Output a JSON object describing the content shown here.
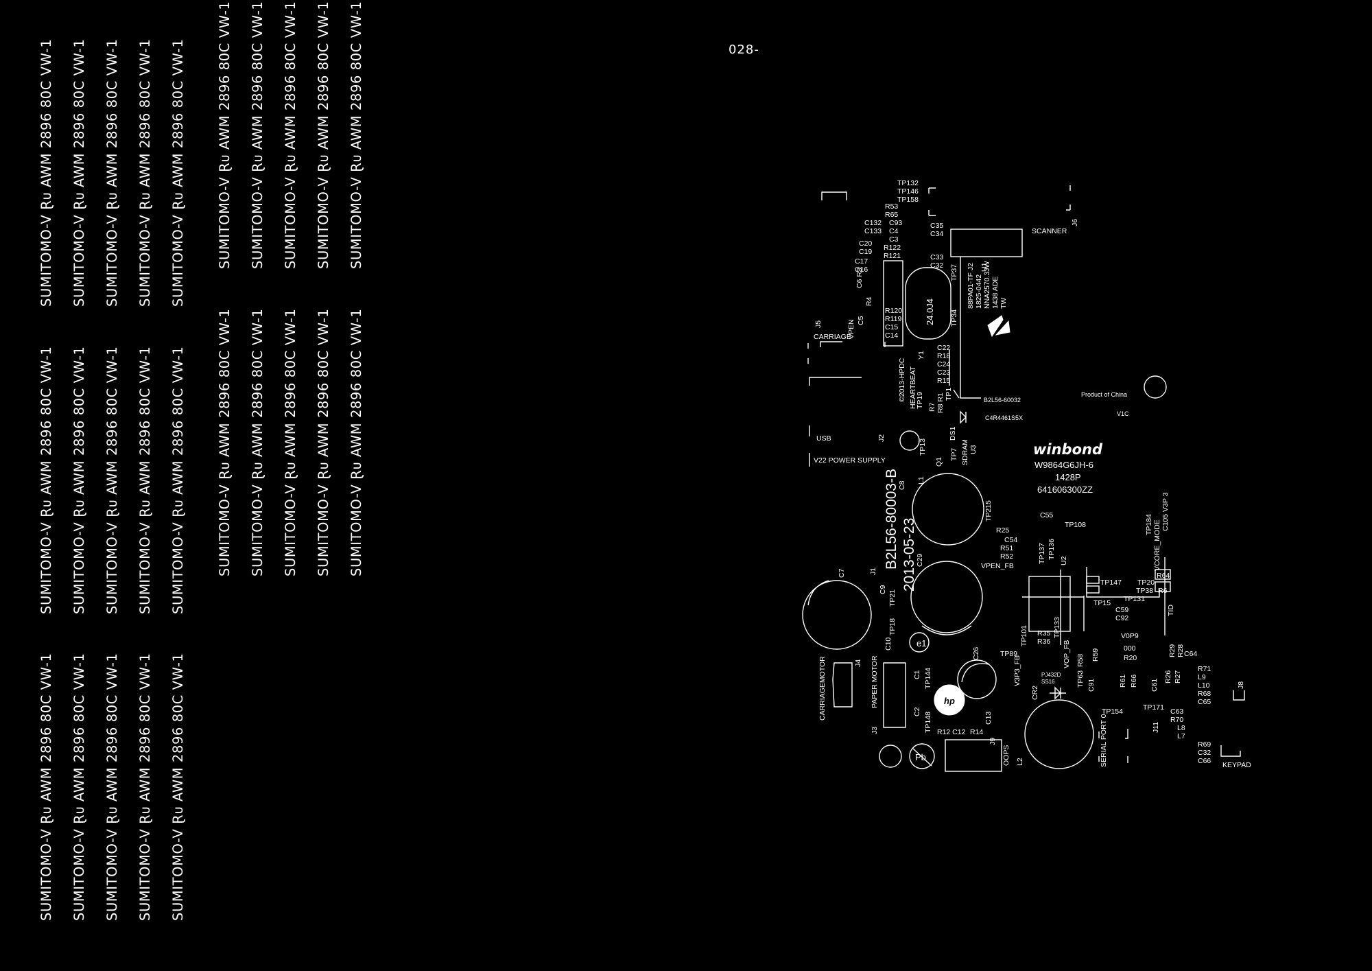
{
  "page_number": "028-",
  "cable_print": {
    "segment_text": "SUMITOMO-V Ɽᴜ AWM 2896 80C VW-1"
  },
  "pcb": {
    "part_number": "B2L56-80003-B",
    "date": "2013-05-23",
    "copyright": "©2013-HPDC",
    "crystal": "24.0J4",
    "sdram_brand": "winbond",
    "sdram_part": "W9864G6JH-6",
    "sdram_code1": "1428P",
    "sdram_code2": "641606300ZZ",
    "product_of": "Product of China",
    "soc_marking": [
      "88PA01-TF J2",
      "1825-0442",
      "NNA2570.3JW",
      "1438 ADE",
      "TW"
    ],
    "soc_label": "B2L56-60032",
    "soc_sub": "C4R4461S5X",
    "e1": "e1",
    "pb": "Pb",
    "hp": "hp",
    "connectors": {
      "scanner": "SCANNER",
      "carriage": "CARRIAGE",
      "usb": "USB",
      "v22": "V22 POWER SUPPLY",
      "carriagemotor": "CARRIAGEMOTOR",
      "paper_motor": "PAPER MOTOR",
      "oops": "OOPS",
      "serial": "SERIAL PORT 0",
      "keypad": "KEYPAD",
      "vpen": "VPEN",
      "heartbeat": "HEARTBEAT",
      "sdram": "SDRAM",
      "vpen_fb": "VPEN_FB",
      "vcore_mode": "VCORE_MODE",
      "v3p3_fb": "V3P3_FB",
      "vop_fb": "VOP_FB",
      "tid": "TID",
      "v1c": "V1C",
      "v0p9": "V0P9"
    },
    "refdes": {
      "tp_top": [
        "TP132",
        "TP146",
        "TP158"
      ],
      "r_top": [
        "R53",
        "R65"
      ],
      "c_col1": [
        "C132",
        "C133",
        "C20",
        "C19",
        "C17",
        "C16"
      ],
      "c_col2": [
        "C93",
        "C4",
        "C3",
        "R122",
        "R121"
      ],
      "c35": "C35",
      "c34": "C34",
      "c33": "C33",
      "c32": "C32",
      "j6": "J6",
      "u1": "U1",
      "tp37": "TP37",
      "tp34": "TP34",
      "c6r3": "C6 R3",
      "r4": "R4",
      "c5": "C5",
      "y1_col": [
        "R120",
        "R119",
        "C15",
        "C14"
      ],
      "y1": "Y1",
      "c_y1r": [
        "C22",
        "R18",
        "C24",
        "C23",
        "R15"
      ],
      "j5": "J5",
      "r7": "R7",
      "r8r1": "R8 R1",
      "tp1": "TP1",
      "tp19": "TP19",
      "ds1": "DS1",
      "tp13": "TP13",
      "tp7": "TP7",
      "u3": "U3",
      "j2": "J2",
      "q1": "Q1",
      "l1": "L1",
      "c8": "C8",
      "tp215": "TP215",
      "c55": "C55",
      "tp108": "TP108",
      "tp184": "TP184",
      "c105": "C105 V3P 3",
      "r25": "R25",
      "c54": "C54",
      "r51": "R51",
      "r52": "R52",
      "tp137": "TP137",
      "tp136": "TP136",
      "u2": "U2",
      "c29": "C29",
      "c7": "C7",
      "j1": "J1",
      "c9": "C9",
      "tp147": "TP147",
      "tp20": "TP20",
      "r64": "R64",
      "tp38": "TP38",
      "r6": "R6",
      "tp131": "TP131",
      "tp15": "TP15",
      "c59": "C59",
      "c92": "C92",
      "tp18": "TP18",
      "tp21": "TP21",
      "c10": "C10",
      "tp101": "TP101",
      "r35": "R35",
      "r36": "R36",
      "tp133": "TP133",
      "r58": "R58",
      "r59": "R59",
      "tp63": "TP63",
      "c91": "C91",
      "tp89": "TP89",
      "c26": "C26",
      "cr2": "CR2",
      "pj432d": "PJ432D",
      "ss16": "SS16",
      "v000": "000",
      "r20": "R20",
      "r29": "R29",
      "r28": "R28",
      "c64": "C64",
      "r61": "R61",
      "r66": "R66",
      "c61": "C61",
      "r26": "R26",
      "r27": "R27",
      "r71": "R71",
      "l9": "L9",
      "l10": "L10",
      "r68": "R68",
      "c65": "C65",
      "j8": "J8",
      "j4": "J4",
      "c1": "C1",
      "tp144": "TP144",
      "c2": "C2",
      "tp148": "TP148",
      "c13": "C13",
      "j3": "J3",
      "r12c12": "R12 C12",
      "r14": "R14",
      "j9": "J9",
      "l2": "L2",
      "tp154": "TP154",
      "tp171": "TP171",
      "j11": "J11",
      "c63": "C63",
      "r70": "R70",
      "l8": "L8",
      "l7": "L7",
      "r69": "R69",
      "c32b": "C32",
      "c66": "C66"
    }
  }
}
